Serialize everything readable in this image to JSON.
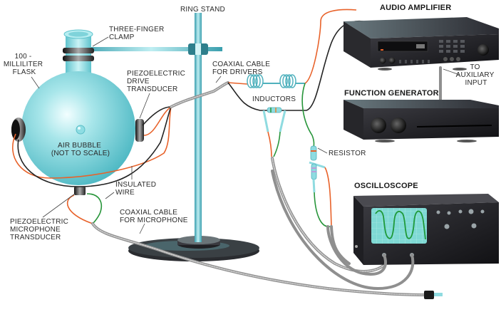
{
  "diagram": {
    "subject": "Sonoluminescence experimental apparatus",
    "labels": {
      "ring_stand": "RING STAND",
      "three_finger_clamp": [
        "THREE-FINGER",
        "CLAMP"
      ],
      "flask": [
        "100 -",
        "MILLILITER",
        "FLASK"
      ],
      "drive_transducer": [
        "PIEZOELECTRIC",
        "DRIVE",
        "TRANSDUCER"
      ],
      "coax_drivers": [
        "COAXIAL CABLE",
        "FOR DRIVERS"
      ],
      "inductors": "INDUCTORS",
      "air_bubble": [
        "AIR BUBBLE",
        "(NOT TO SCALE)"
      ],
      "insulated_wire": [
        "INSULATED",
        "WIRE"
      ],
      "mic_transducer": [
        "PIEZOELECTRIC",
        "MICROPHONE",
        "TRANSDUCER"
      ],
      "coax_microphone": [
        "COAXIAL CABLE",
        "FOR MICROPHONE"
      ],
      "resistor": "RESISTOR",
      "audio_amplifier": "AUDIO AMPLIFIER",
      "aux_input": [
        "TO",
        "AUXILIARY",
        "INPUT"
      ],
      "function_generator": "FUNCTION GENERATOR",
      "oscilloscope": "OSCILLOSCOPE"
    },
    "colors": {
      "flask": "#6fcfd6",
      "flask_highlight": "#e6fbfc",
      "stand_rod": "#4fb6c4",
      "equipment": "#1e1e22",
      "scope_screen": "#7fd9d4",
      "wave": "#1f9a3a",
      "wire_orange": "#e8622a",
      "wire_black": "#222222",
      "wire_green": "#27953a",
      "coax": "#8f8f8f"
    }
  }
}
